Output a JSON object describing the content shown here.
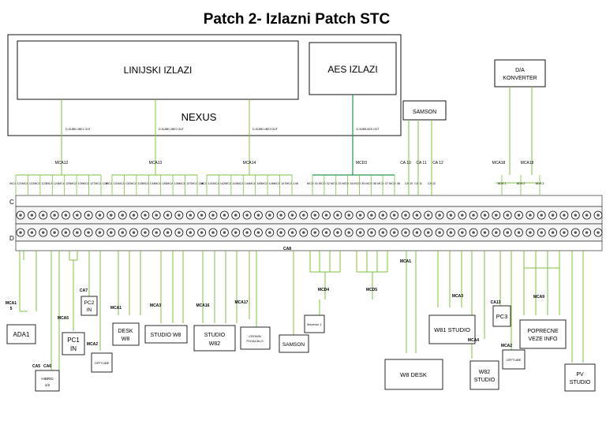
{
  "title": "Patch 2- Izlazni Patch STC",
  "boxes": {
    "linijski": "LINIJSKI IZLAZI",
    "nexus": "NEXUS",
    "aes": "AES IZLAZI",
    "samson_top": "SAMSON",
    "da_line1": "D/A",
    "da_line2": "KONVERTER"
  },
  "dsub_labels": [
    "D-SUB8 LINE1 OUT",
    "D-SUB8 LINE2 OUT",
    "D-SUB8 LINE3 OUT",
    "D-SUB8 AES OUT"
  ],
  "bus_labels": {
    "mca12": "MCA12",
    "mca13": "MCA13",
    "mca14": "MCA14",
    "mcd3": "MCD3",
    "ca10": "CA 10",
    "ca11": "CA 11",
    "ca12": "CA 12",
    "mca18a": "MCA18",
    "mca18b": "MCA18"
  },
  "rows": {
    "c": "C",
    "d": "D"
  },
  "top_mca_labels": [
    "MCA 121",
    "MCA 122",
    "MCA 123",
    "MCA 124",
    "MCA 125",
    "MCA 126",
    "MCA 127",
    "MCA 128",
    "MCA 131",
    "MCA 132",
    "MCA 133",
    "MCA 134",
    "MCA 135",
    "MCA 136",
    "MCA 137",
    "MCA 138",
    "MCA 141",
    "MCA 142",
    "MCA 143",
    "MCA 144",
    "MCA 145",
    "MCA 146",
    "MCA 147",
    "MCA 148"
  ],
  "top_mcd_labels": [
    "MCD 31",
    "MCD 32",
    "MCD 33",
    "MCD 34",
    "MCD 35",
    "MCD 36",
    "MCD 37",
    "MCD 38"
  ],
  "top_ca_labels": [
    "CA 10",
    "CA 11",
    "CA 12"
  ],
  "top_ada_labels": [
    "ADA 1",
    "ADA 2",
    "ADA 3"
  ],
  "bottom_boxes": {
    "ada1": "ADA1",
    "pc1_l1": "PC1",
    "pc1_l2": "IN",
    "pc2_l1": "PC2",
    "pc2_l2": "IN",
    "offtube_l": "OFFTUBE",
    "desk_l1": "DESK",
    "desk_l2": "W8",
    "studio_w8": "STUDIO W8",
    "studio_w82_l1": "STUDIO",
    "studio_w82_l2": "W82",
    "crown_l1": "CROWN",
    "crown_l2": "POJACALO",
    "samson_b": "SAMSON",
    "sekvence": "Sekvence 1",
    "w81_studio": "W81 STUDIO",
    "w8_desk": "W8 DESK",
    "pc3": "PC3",
    "w82_studio_l1": "W82",
    "w82_studio_l2": "STUDIO",
    "offtube_r": "OFFTUBE",
    "poprecne_l1": "POPRECNE",
    "poprecne_l2": "VEZE INFO",
    "pv_l1": "PV",
    "pv_l2": "STUDIO",
    "hibrid_l1": "HIBRID",
    "hibrid_l2": "1/2"
  },
  "bottom_labels": {
    "mca1_5a": "MCA1",
    "mca1_5b": "5",
    "ca5": "CA5",
    "ca6": "CA6",
    "ca7": "CA7",
    "mca5": "MCA5",
    "mca2": "MCA2",
    "mca1": "MCA1",
    "mca3": "MCA3",
    "mca16": "MCA16",
    "mca17": "MCA17",
    "ca8": "CA8",
    "mcd4": "MCD4",
    "mcd5": "MCD5",
    "mca1r": "MCA1",
    "mca3r": "MCA3",
    "ca13": "CA13",
    "mca4": "MCA4",
    "mca2r": "MCA2",
    "mca9": "MCA9"
  }
}
